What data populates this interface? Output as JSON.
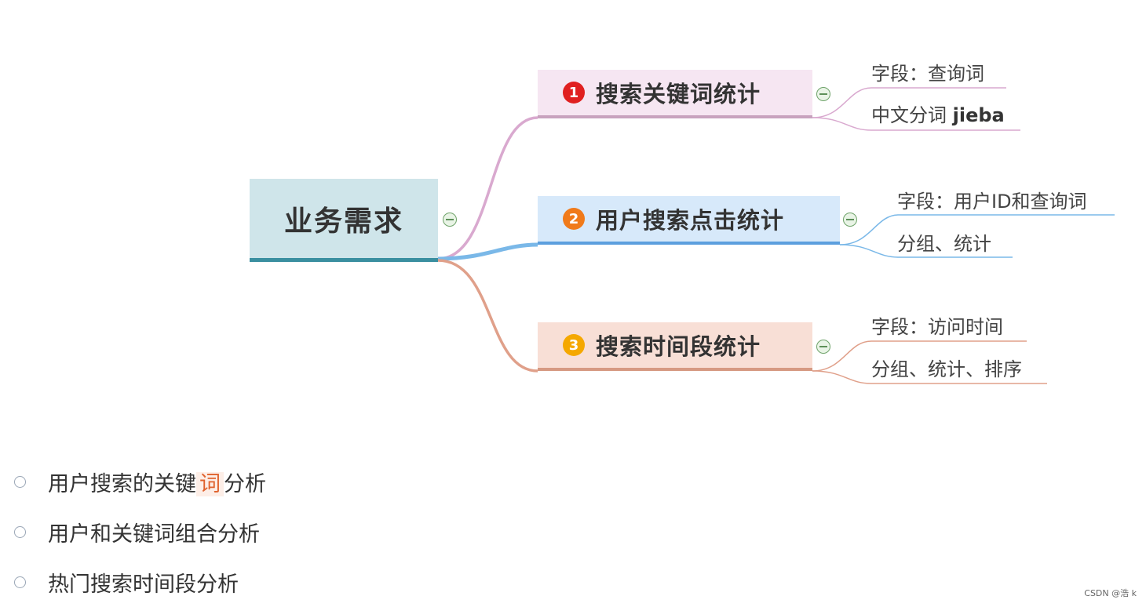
{
  "mindmap": {
    "root": {
      "label": "业务需求"
    },
    "branches": [
      {
        "number": "1",
        "label": "搜索关键词统计",
        "badge_color": "#e02020",
        "line_color": "#d9a9cf",
        "leaves": [
          {
            "label": "字段：查询词"
          },
          {
            "label": "中文分词",
            "bold_suffix": "jieba"
          }
        ]
      },
      {
        "number": "2",
        "label": "用户搜索点击统计",
        "badge_color": "#f07a1a",
        "line_color": "#7ab8e8",
        "leaves": [
          {
            "label": "字段：用户ID和查询词"
          },
          {
            "label": "分组、统计"
          }
        ]
      },
      {
        "number": "3",
        "label": "搜索时间段统计",
        "badge_color": "#f5a800",
        "line_color": "#e0a08a",
        "leaves": [
          {
            "label": "字段：访问时间"
          },
          {
            "label": "分组、统计、排序"
          }
        ]
      }
    ]
  },
  "bullets": [
    {
      "prefix": "用户搜索的关键",
      "highlight": "词",
      "suffix": "分析"
    },
    {
      "text": "用户和关键词组合分析"
    },
    {
      "text": "热门搜索时间段分析"
    }
  ],
  "watermark": "CSDN @浩 k"
}
